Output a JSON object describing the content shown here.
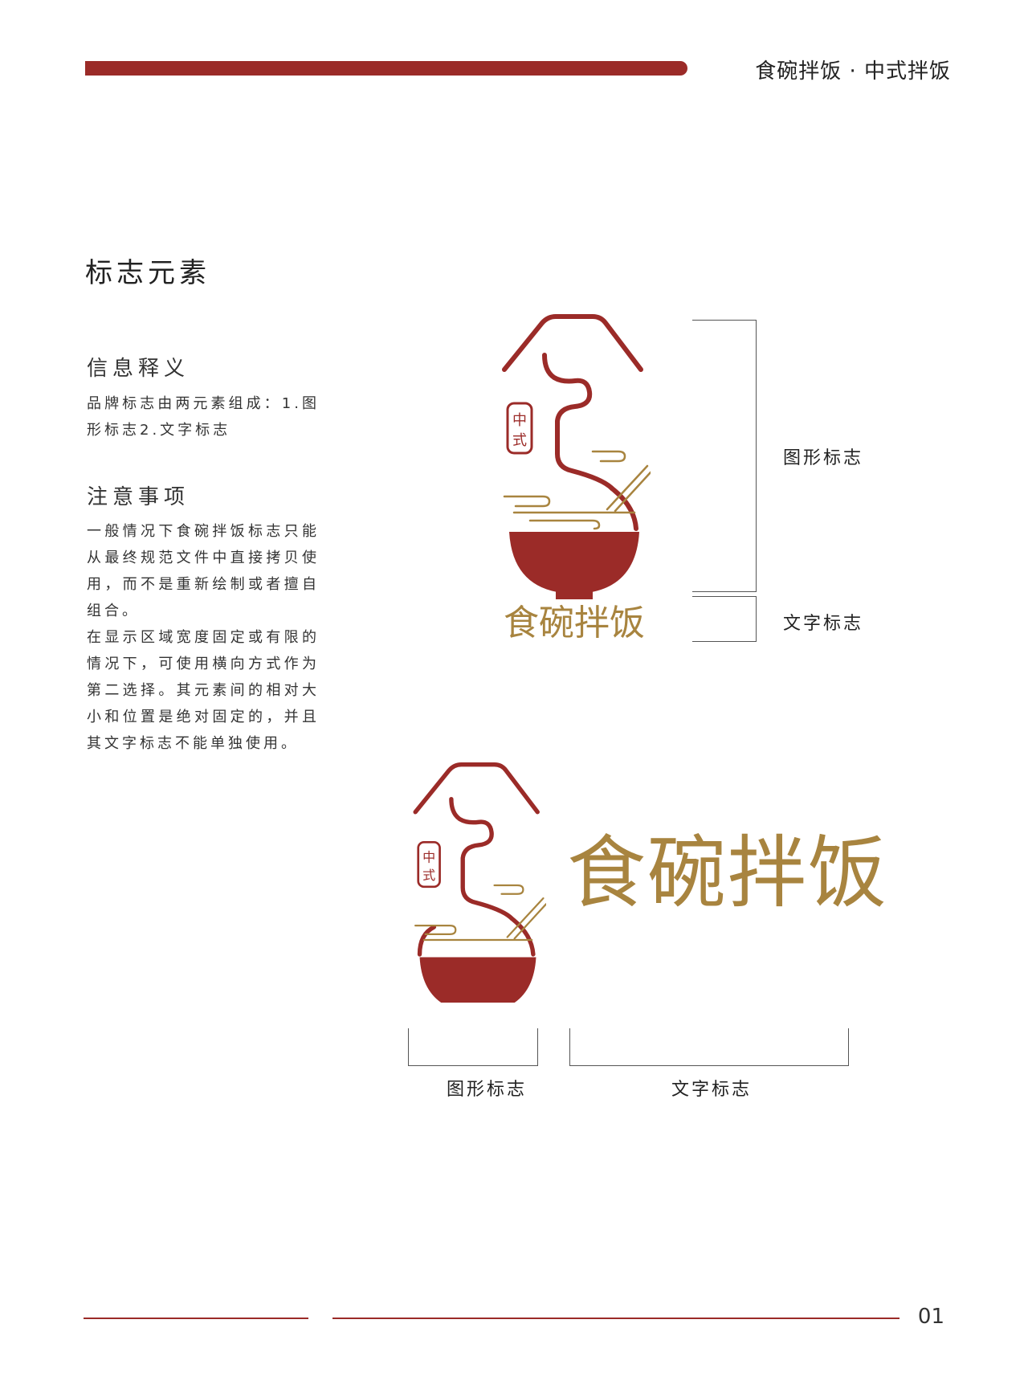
{
  "header": {
    "title": "食碗拌饭 · 中式拌饭"
  },
  "section": {
    "title": "标志元素"
  },
  "info": {
    "heading": "信息释义",
    "text": "品牌标志由两元素组成：1.图形标志2.文字标志"
  },
  "notes": {
    "heading": "注意事项",
    "paragraph1": "一般情况下食碗拌饭标志只能从最终规范文件中直接拷贝使用，而不是重新绘制或者擅自组合。",
    "paragraph2": "在显示区域宽度固定或有限的情况下，可使用横向方式作为第二选择。其元素间的相对大小和位置是绝对固定的，并且其文字标志不能单独使用。"
  },
  "logo": {
    "seal_text": "中式",
    "wordmark": "食碗拌饭",
    "colors": {
      "red": "#9b2b28",
      "gold": "#a8843f"
    }
  },
  "labels": {
    "vertical_graphic": "图形标志",
    "vertical_text": "文字标志",
    "horizontal_graphic": "图形标志",
    "horizontal_text": "文字标志"
  },
  "footer": {
    "page_number": "01"
  }
}
